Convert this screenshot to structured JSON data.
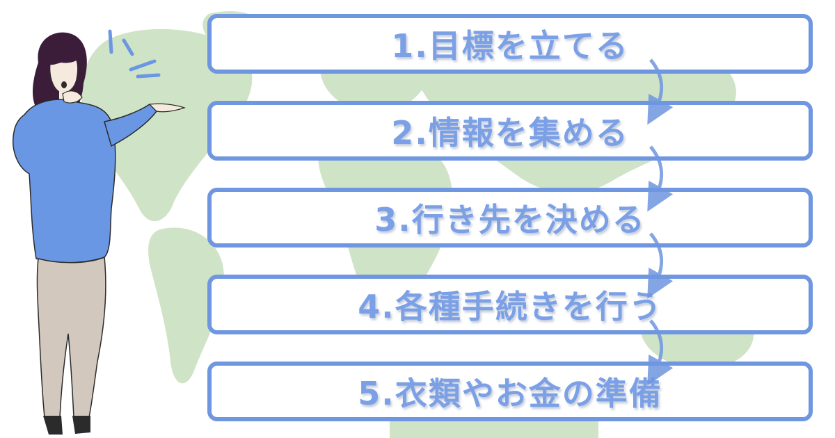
{
  "steps": [
    {
      "label": "1.目標を立てる"
    },
    {
      "label": "2.情報を集める"
    },
    {
      "label": "3.行き先を決める"
    },
    {
      "label": "4.各種手続きを行う"
    },
    {
      "label": "5.衣類やお金の準備"
    }
  ],
  "colors": {
    "box_border": "#6f96e0",
    "text": "#7ba0e6",
    "map": "#cfe3c6",
    "sweater": "#6a97e3",
    "pants": "#d3c8bd",
    "hair": "#3b1d3a"
  },
  "illustration": {
    "background": "world-map",
    "figure": "woman-pointing"
  }
}
